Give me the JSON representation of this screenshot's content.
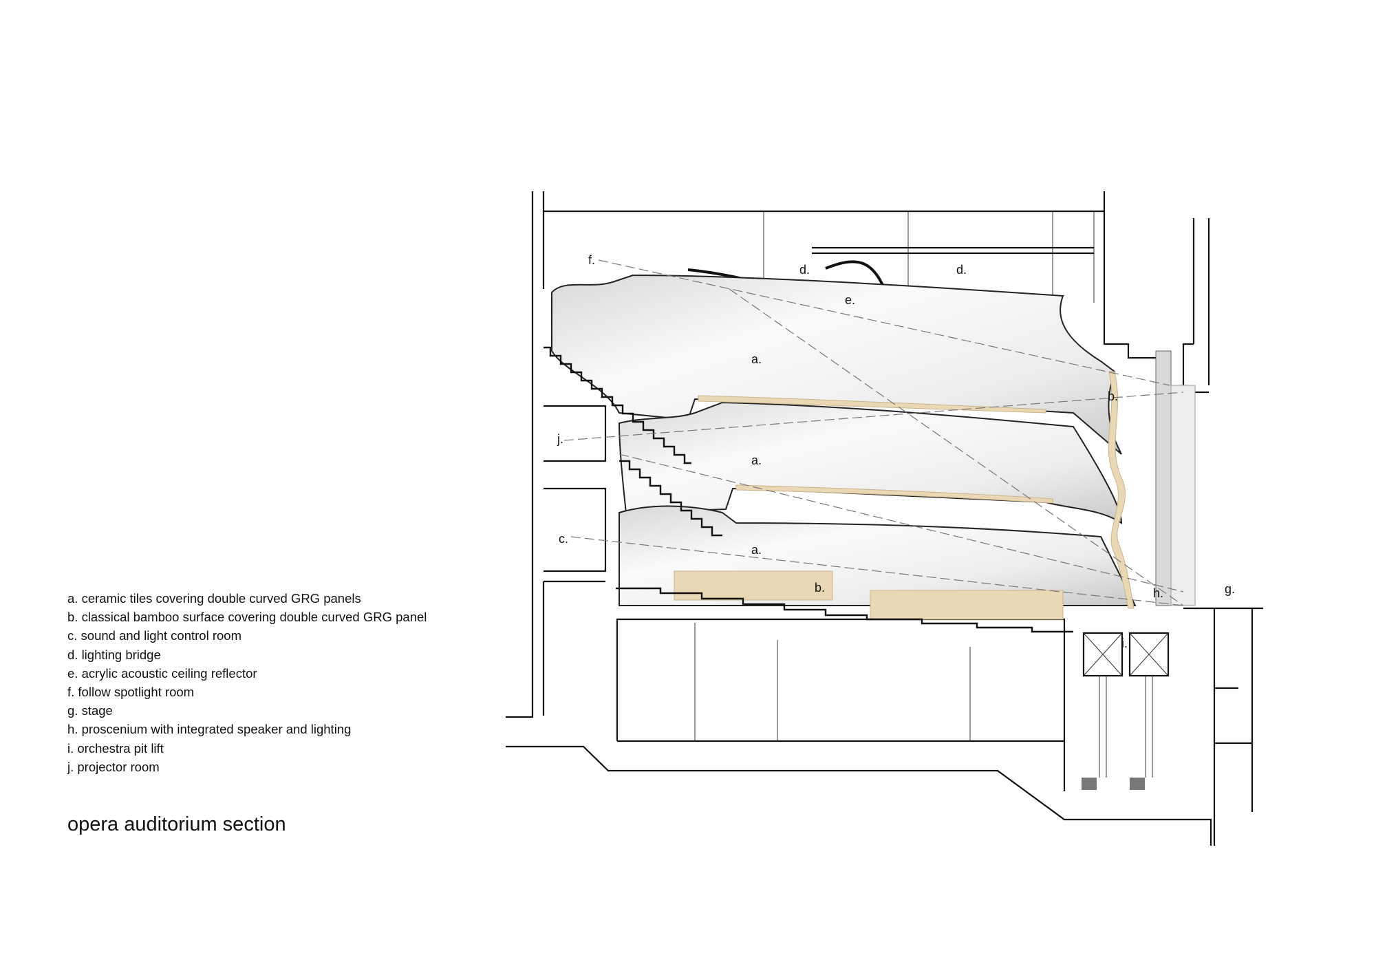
{
  "title": "opera auditorium section",
  "legend": [
    "a. ceramic tiles covering double curved GRG panels",
    "b. classical bamboo surface covering double curved GRG panel",
    "c. sound and light control room",
    "d. lighting bridge",
    "e. acrylic acoustic ceiling reflector",
    "f. follow spotlight room",
    "g. stage",
    "h. proscenium with integrated speaker and lighting",
    "i. orchestra pit lift",
    "j. projector room"
  ],
  "labels": {
    "a_top": "a.",
    "a_mid": "a.",
    "a_low": "a.",
    "b_wall": "b.",
    "b_floor": "b.",
    "c": "c.",
    "d_left": "d.",
    "d_right": "d.",
    "e": "e.",
    "f": "f.",
    "g": "g.",
    "h": "h.",
    "i": "i.",
    "j": "j."
  },
  "colors": {
    "bamboo": "#ead7b3",
    "shell": "#f2f2f2",
    "line": "#111111"
  }
}
